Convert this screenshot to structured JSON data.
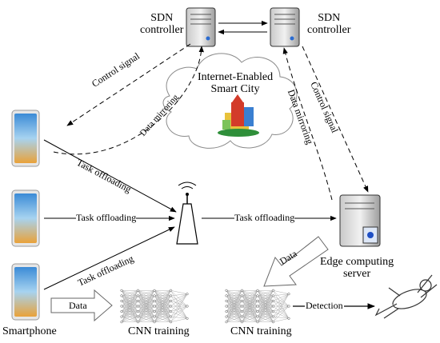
{
  "labels": {
    "sdn_left": "SDN\ncontroller",
    "sdn_right": "SDN\ncontroller",
    "cloud": "Internet-Enabled\nSmart City",
    "control_signal": "Control signal",
    "control_signal_rev": "Control signal",
    "data_mirroring_left": "Data mirroring",
    "data_mirroring_right": "Data mirroring",
    "task_offloading_1": "Task offloading",
    "task_offloading_2": "Task offloading",
    "task_offloading_3": "Task offloading",
    "task_offloading_4": "Task offloading",
    "edge_server": "Edge computing\nserver",
    "data_arrow": "Data",
    "data_arrow_2": "Data",
    "smartphone": "Smartphone",
    "cnn_training_1": "CNN training",
    "cnn_training_2": "CNN training",
    "detection": "Detection"
  },
  "icons": {
    "controller": "server-tower-icon",
    "phone": "smartphone-icon",
    "antenna": "base-station-icon",
    "city": "smart-city-icon",
    "network": "neural-network-icon",
    "person": "falling-person-icon"
  }
}
